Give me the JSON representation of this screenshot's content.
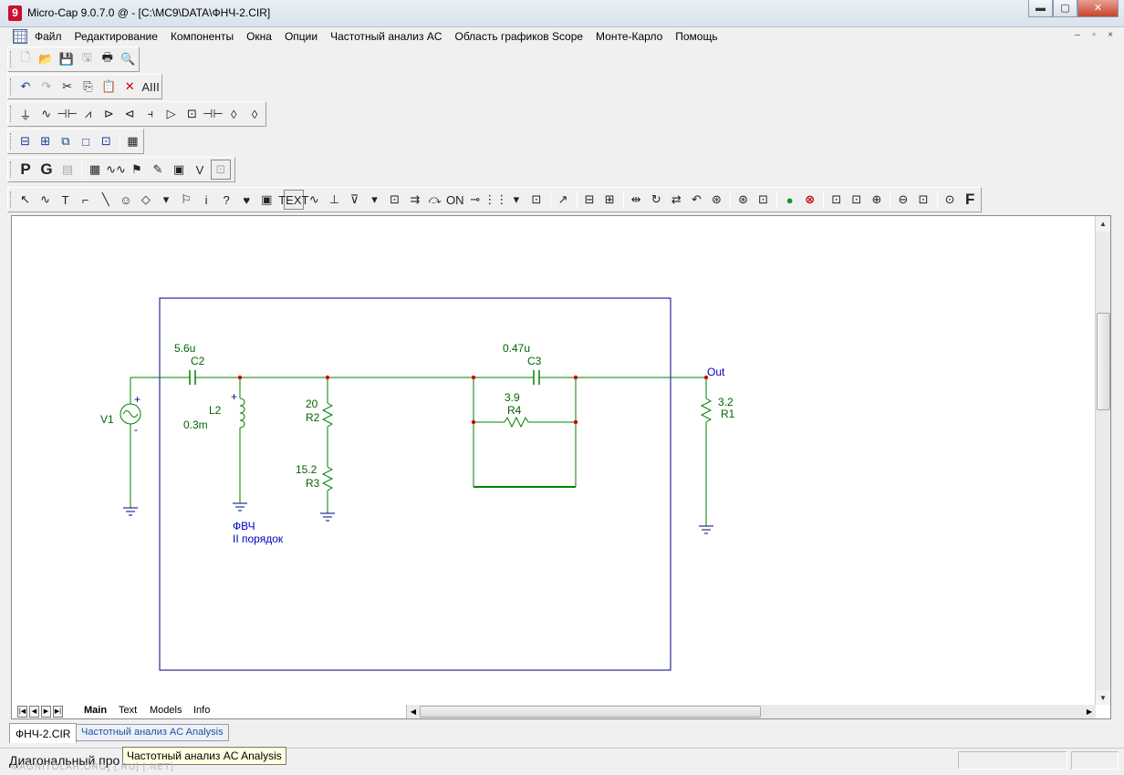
{
  "window": {
    "title": "Micro-Cap 9.0.7.0 @ - [C:\\MC9\\DATA\\ФНЧ-2.CIR]",
    "app_logo": "9",
    "minimize_label": "▬",
    "maximize_label": "▢",
    "close_label": "✕"
  },
  "menu": {
    "items": [
      {
        "label": "Файл"
      },
      {
        "label": "Редактирование"
      },
      {
        "label": "Компоненты"
      },
      {
        "label": "Окна"
      },
      {
        "label": "Опции"
      },
      {
        "label": "Частотный анализ AC"
      },
      {
        "label": "Область графиков Scope"
      },
      {
        "label": "Монте-Карло"
      },
      {
        "label": "Помощь"
      }
    ],
    "mdi_minimize": "–",
    "mdi_restore": "▫",
    "mdi_close": "×"
  },
  "toolbars": {
    "file": [
      "🗋",
      "📂",
      "💾",
      "🖫",
      "🖶",
      "🔍"
    ],
    "edit": [
      "↶",
      "↷",
      "✂",
      "⎘",
      "📋",
      "✕",
      "AIII"
    ],
    "components": [
      "⏚",
      "∿",
      "⊣⊢",
      "⩘",
      "⊳",
      "⊲",
      "⫞",
      "▷",
      "⊡",
      "⊣⊢",
      "◊",
      "◊"
    ],
    "windows": [
      "⊟",
      "⊞",
      "⧉",
      "□",
      "⊡",
      "▦"
    ],
    "mode": [
      "P",
      "G",
      "▤",
      "▦",
      "∿∿",
      "⚑",
      "✎",
      "▣",
      "V",
      "⊡"
    ],
    "main": [
      "↖",
      "∿",
      "T",
      "⌐",
      "╲",
      "☺",
      "◇",
      "▾",
      "⚐",
      "i",
      "?",
      "♥",
      "▣",
      "TEXT",
      "∿",
      "⊥",
      "⊽",
      "▾",
      "⊡",
      "⇉",
      "⤼",
      "ON",
      "⊸",
      "⋮⋮",
      "▾",
      "⊡",
      "↗",
      "⊟",
      "⊞",
      "⇹",
      "↻",
      "⇄",
      "↶",
      "⊛",
      "⊛",
      "⊡",
      "●",
      "⊗",
      "⊡",
      "⊡",
      "⊕",
      "⊖",
      "⊡",
      "⊙",
      "F"
    ]
  },
  "schematic": {
    "components": {
      "c2": {
        "name": "C2",
        "value": "5.6u"
      },
      "c3": {
        "name": "C3",
        "value": "0.47u"
      },
      "l2": {
        "name": "L2",
        "value": "0.3m"
      },
      "r2": {
        "name": "R2",
        "value": "20"
      },
      "r3": {
        "name": "R3",
        "value": "15.2"
      },
      "r4": {
        "name": "R4",
        "value": "3.9"
      },
      "r1": {
        "name": "R1",
        "value": "3.2"
      },
      "v1": {
        "name": "V1"
      }
    },
    "node_out": "Out",
    "note_line1": "ФВЧ",
    "note_line2": "II порядок",
    "plus": "+",
    "minus": "-"
  },
  "colors": {
    "wire": "#008000",
    "node": "#d00000",
    "box": "#000080",
    "label_green": "#006400",
    "label_blue": "#0000c0"
  },
  "sheet_tabs": {
    "nav": [
      "|◀",
      "◀",
      "▶",
      "▶|"
    ],
    "tabs": [
      {
        "label": "Main",
        "active": true
      },
      {
        "label": "Text",
        "active": false
      },
      {
        "label": "Models",
        "active": false
      },
      {
        "label": "Info",
        "active": false
      }
    ],
    "hscroll_left": "◀",
    "hscroll_right": "▶"
  },
  "scroll": {
    "up": "▲",
    "down": "▼"
  },
  "doc_tabs": {
    "file_tab": "ФНЧ-2.CIR",
    "analysis_tab": "Частотный анализ AC Analysis"
  },
  "status": {
    "text": "Диагональный про",
    "tooltip": "Частотный анализ AC Analysis",
    "watermark": "MAGNITOLAH.ORG] [.RU] [.NET]"
  }
}
